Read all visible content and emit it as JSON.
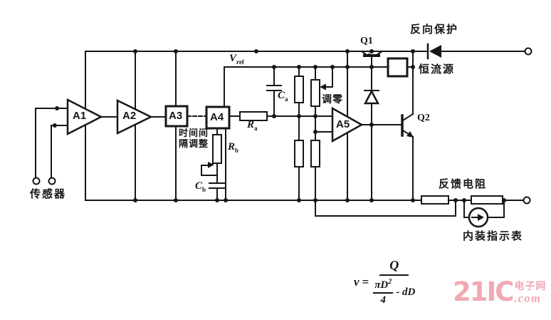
{
  "labels": {
    "sensor": "传感器",
    "time_interval_line1": "时间间",
    "time_interval_line2": "隔调整",
    "zero_adjust": "调零",
    "reverse_protection": "反向保护",
    "constant_current_source": "恒流源",
    "feedback_resistor": "反馈电阻",
    "built_in_indicator": "内装指示表"
  },
  "components": {
    "a1": "A1",
    "a2": "A2",
    "a3": "A3",
    "a4": "A4",
    "a5": "A5",
    "q1": "Q1",
    "q2": "Q2",
    "v_ref": {
      "base": "V",
      "sub": "ref"
    },
    "r_a": {
      "base": "R",
      "sub": "a"
    },
    "r_b": {
      "base": "R",
      "sub": "b"
    },
    "c_a": {
      "base": "C",
      "sub": "a"
    },
    "c_b": {
      "base": "C",
      "sub": "b"
    }
  },
  "formula": {
    "lhs_var": "v",
    "equals": "=",
    "numerator": "Q",
    "den_frac_num": "πD",
    "den_frac_exp": "2",
    "den_frac_den": "4",
    "den_rest": "- dD"
  },
  "watermark": {
    "brand": "21IC",
    "cn": "电子网",
    "tld": ".com",
    "color": "#f2a9b3"
  },
  "colors": {
    "ink": "#161616",
    "background": "#ffffff"
  }
}
